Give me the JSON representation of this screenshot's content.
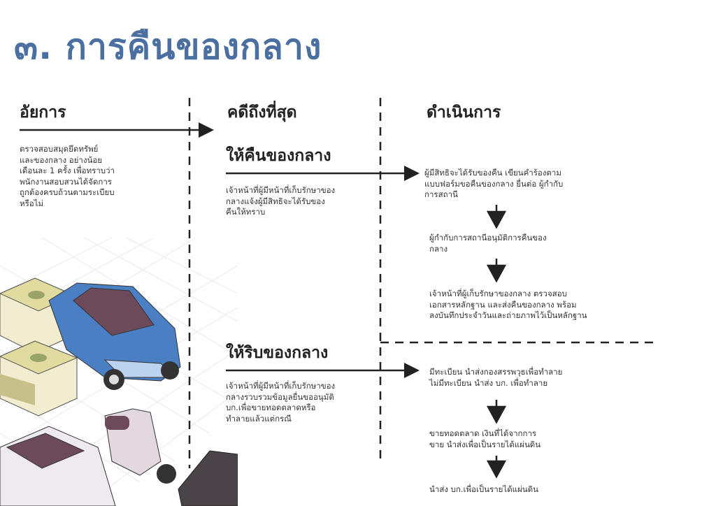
{
  "title": "๓. การคืนของกลาง",
  "columns": {
    "prosecutor": {
      "heading": "อัยการ",
      "text": [
        "ตรวจสอบสมุดยึดทรัพย์",
        "และของกลาง อย่างน้อย",
        "เดือนละ 1 ครั้ง เพื่อทราบว่า",
        "พนักงานสอบสวนได้จัดการ",
        "ถูกต้องครบถ้วนตามระเบียบ",
        "หรือไม่"
      ]
    },
    "final_case": {
      "heading": "คดีถึงที่สุด",
      "return": {
        "subheading": "ให้คืนของกลาง",
        "text": [
          "เจ้าหน้าที่ผู้มีหน้าที่เก็บรักษาของ",
          "กลางแจ้งผู้มีสิทธิจะได้รับของ",
          "คืนให้ทราบ"
        ]
      },
      "confiscate": {
        "subheading": "ให้ริบของกลาง",
        "text": [
          "เจ้าหน้าที่ผู้มีหน้าที่เก็บรักษาของ",
          "กลางรวบรวมข้อมูลยื่นขออนุมัติ",
          "บก.เพื่อขายทอดตลาดหรือ",
          "ทำลายแล้วแต่กรณี"
        ]
      }
    },
    "proceed": {
      "heading": "ดำเนินการ",
      "return_steps": [
        [
          "ผู้มีสิทธิจะได้รับของคืน เขียนคำร้องตาม",
          "แบบฟอร์มขอคืนของกลาง ยื่นต่อ ผู้กำกับ",
          "การสถานี"
        ],
        [
          "ผู้กำกับการสถานีอนุมัติการคืนของ",
          "กลาง"
        ],
        [
          "เจ้าหน้าที่ผู้เก็บรักษาของกลาง ตรวจสอบ",
          "เอกสารหลักฐาน และส่งคืนของกลาง พร้อม",
          "ลงบันทึกประจำวันและถ่ายภาพไว้เป็นหลักฐาน"
        ]
      ],
      "confiscate_steps": [
        [
          "มีทะเบียน นำส่งกองสรรพวุธเพื่อทำลาย",
          "ไม่มีทะเบียน นำส่ง บก. เพื่อทำลาย"
        ],
        [
          "ขายทอดตลาด เงินที่ได้จากการ",
          "ขาย นำส่งเพื่อเป็นรายได้แผ่นดิน"
        ],
        [
          "นำส่ง บก.เพื่อเป็นรายได้แผ่นดิน"
        ]
      ]
    }
  },
  "colors": {
    "title": "#4a6fa0",
    "car": "#4a7fc4",
    "money": "#e8e0a8"
  }
}
